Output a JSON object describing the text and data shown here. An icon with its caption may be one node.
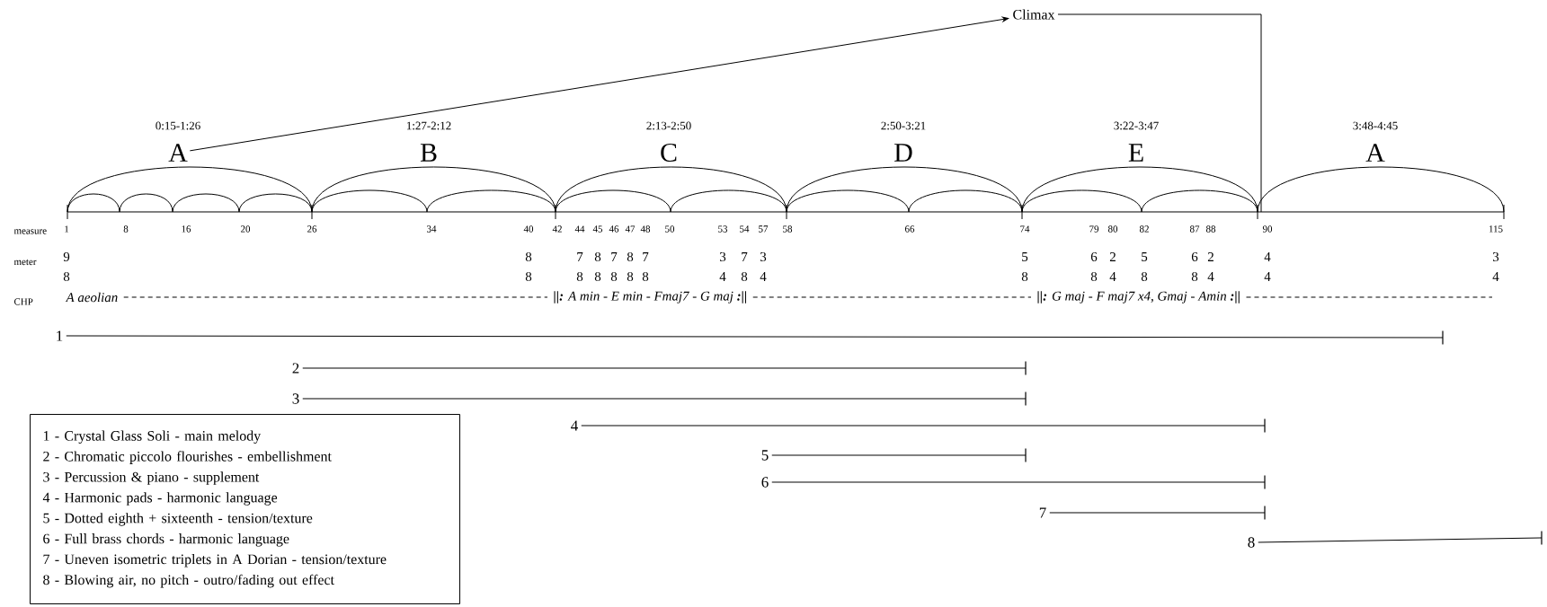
{
  "diagram": {
    "nodes": [
      {
        "text": [
          "A"
        ],
        "beside": [
          "0:15-1:26"
        ]
      },
      {
        "text": [
          "B"
        ],
        "beside": [
          "1:27-2:12"
        ]
      },
      {
        "text": [
          "C"
        ],
        "beside": [
          "2:13-2:50"
        ]
      },
      {
        "text": [
          "D"
        ],
        "beside": [
          "2:50-3:21"
        ]
      },
      {
        "text": [
          "E"
        ],
        "beside": [
          "3:22-3:47"
        ]
      },
      {
        "text": [
          "A"
        ],
        "beside": [
          "3:48-4:45"
        ]
      },
      {
        "text": [
          "Climax"
        ]
      },
      {
        "text": [
          "1"
        ]
      },
      {
        "text": [
          "2"
        ]
      },
      {
        "text": [
          "3"
        ]
      },
      {
        "text": [
          "4"
        ]
      },
      {
        "text": [
          "5"
        ]
      },
      {
        "text": [
          "6"
        ]
      },
      {
        "text": [
          "7"
        ]
      },
      {
        "text": [
          "8"
        ]
      },
      {
        "text": [
          "1 - Crystal Glass Soli - main melody",
          "2 - Chromatic piccolo flourishes - embellishment",
          "3 - Percussion & piano - supplement",
          "4 - Harmonic pads - harmonic language",
          "5 - Dotted eighth + sixteenth - tension/texture",
          "6 - Full brass chords - harmonic language",
          "7 - Uneven isometric triplets in A Dorian - tension/texture",
          "8 - Blowing air, no pitch - outro/fading out effect"
        ]
      },
      {
        "text": [],
        "shape": "bar"
      },
      {
        "text": [],
        "shape": "bar"
      },
      {
        "text": [],
        "shape": "bar"
      },
      {
        "text": [],
        "shape": "bar"
      },
      {
        "text": [],
        "shape": "bar"
      },
      {
        "text": [],
        "shape": "bar"
      },
      {
        "text": [],
        "shape": "bar"
      },
      {
        "text": [],
        "shape": "bar"
      }
    ],
    "edges": [
      {
        "from": 0,
        "to": 6,
        "arrow": "to"
      },
      {
        "from": 6,
        "to": null,
        "arrow": "none"
      },
      {
        "from": 7,
        "to": 16,
        "arrow": "none"
      },
      {
        "from": 8,
        "to": 17,
        "arrow": "none"
      },
      {
        "from": 9,
        "to": 18,
        "arrow": "none"
      },
      {
        "from": 10,
        "to": 19,
        "arrow": "none"
      },
      {
        "from": 11,
        "to": 20,
        "arrow": "none"
      },
      {
        "from": 12,
        "to": 21,
        "arrow": "none"
      },
      {
        "from": 13,
        "to": 22,
        "arrow": "none"
      },
      {
        "from": 14,
        "to": 23,
        "arrow": "none"
      }
    ],
    "labels": [
      "measure",
      "1",
      "8",
      "16",
      "20",
      "26",
      "34",
      "40",
      "42",
      "44",
      "45",
      "46",
      "47",
      "48",
      "50",
      "53",
      "54",
      "57",
      "58",
      "66",
      "74",
      "79",
      "80",
      "82",
      "87",
      "88",
      "90",
      "115",
      "meter",
      "9",
      "8",
      "7",
      "8",
      "7",
      "8",
      "7",
      "3",
      "7",
      "3",
      "5",
      "6",
      "2",
      "5",
      "6",
      "2",
      "4",
      "3",
      "8",
      "8",
      "8",
      "8",
      "8",
      "8",
      "8",
      "4",
      "8",
      "4",
      "8",
      "8",
      "4",
      "8",
      "8",
      "4",
      "4",
      "4",
      "CHP",
      "A aeolian",
      "**||:** A min - E min - Fmaj7 - G maj **:||**",
      "**||:** G maj - F maj7 x4, Gmaj - Amin **:||**"
    ]
  }
}
